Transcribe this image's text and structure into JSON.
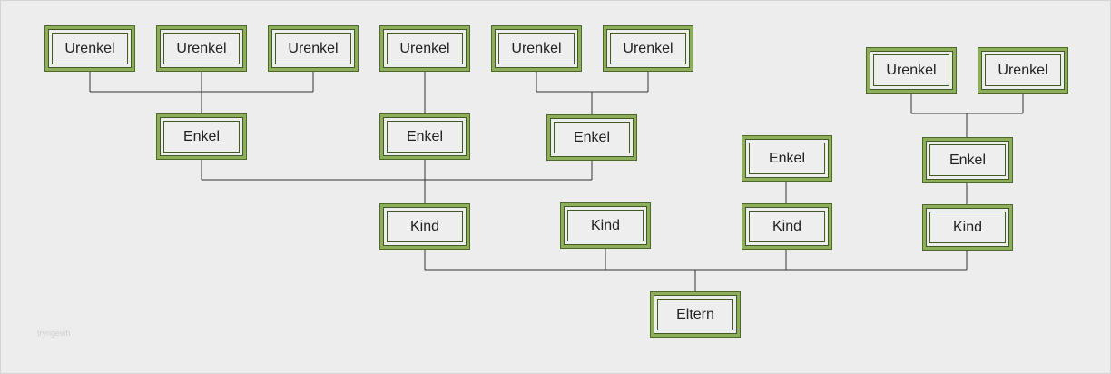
{
  "diagram": {
    "type": "family-tree",
    "watermark": "tryngewh",
    "labels": {
      "urenkel": "Urenkel",
      "enkel": "Enkel",
      "kind": "Kind",
      "eltern": "Eltern"
    },
    "colors": {
      "background": "#ededed",
      "box_fill": "#eeeeee",
      "box_border": "#8fae5b",
      "box_border_dark": "#4c6a27",
      "connector": "#333333"
    }
  }
}
